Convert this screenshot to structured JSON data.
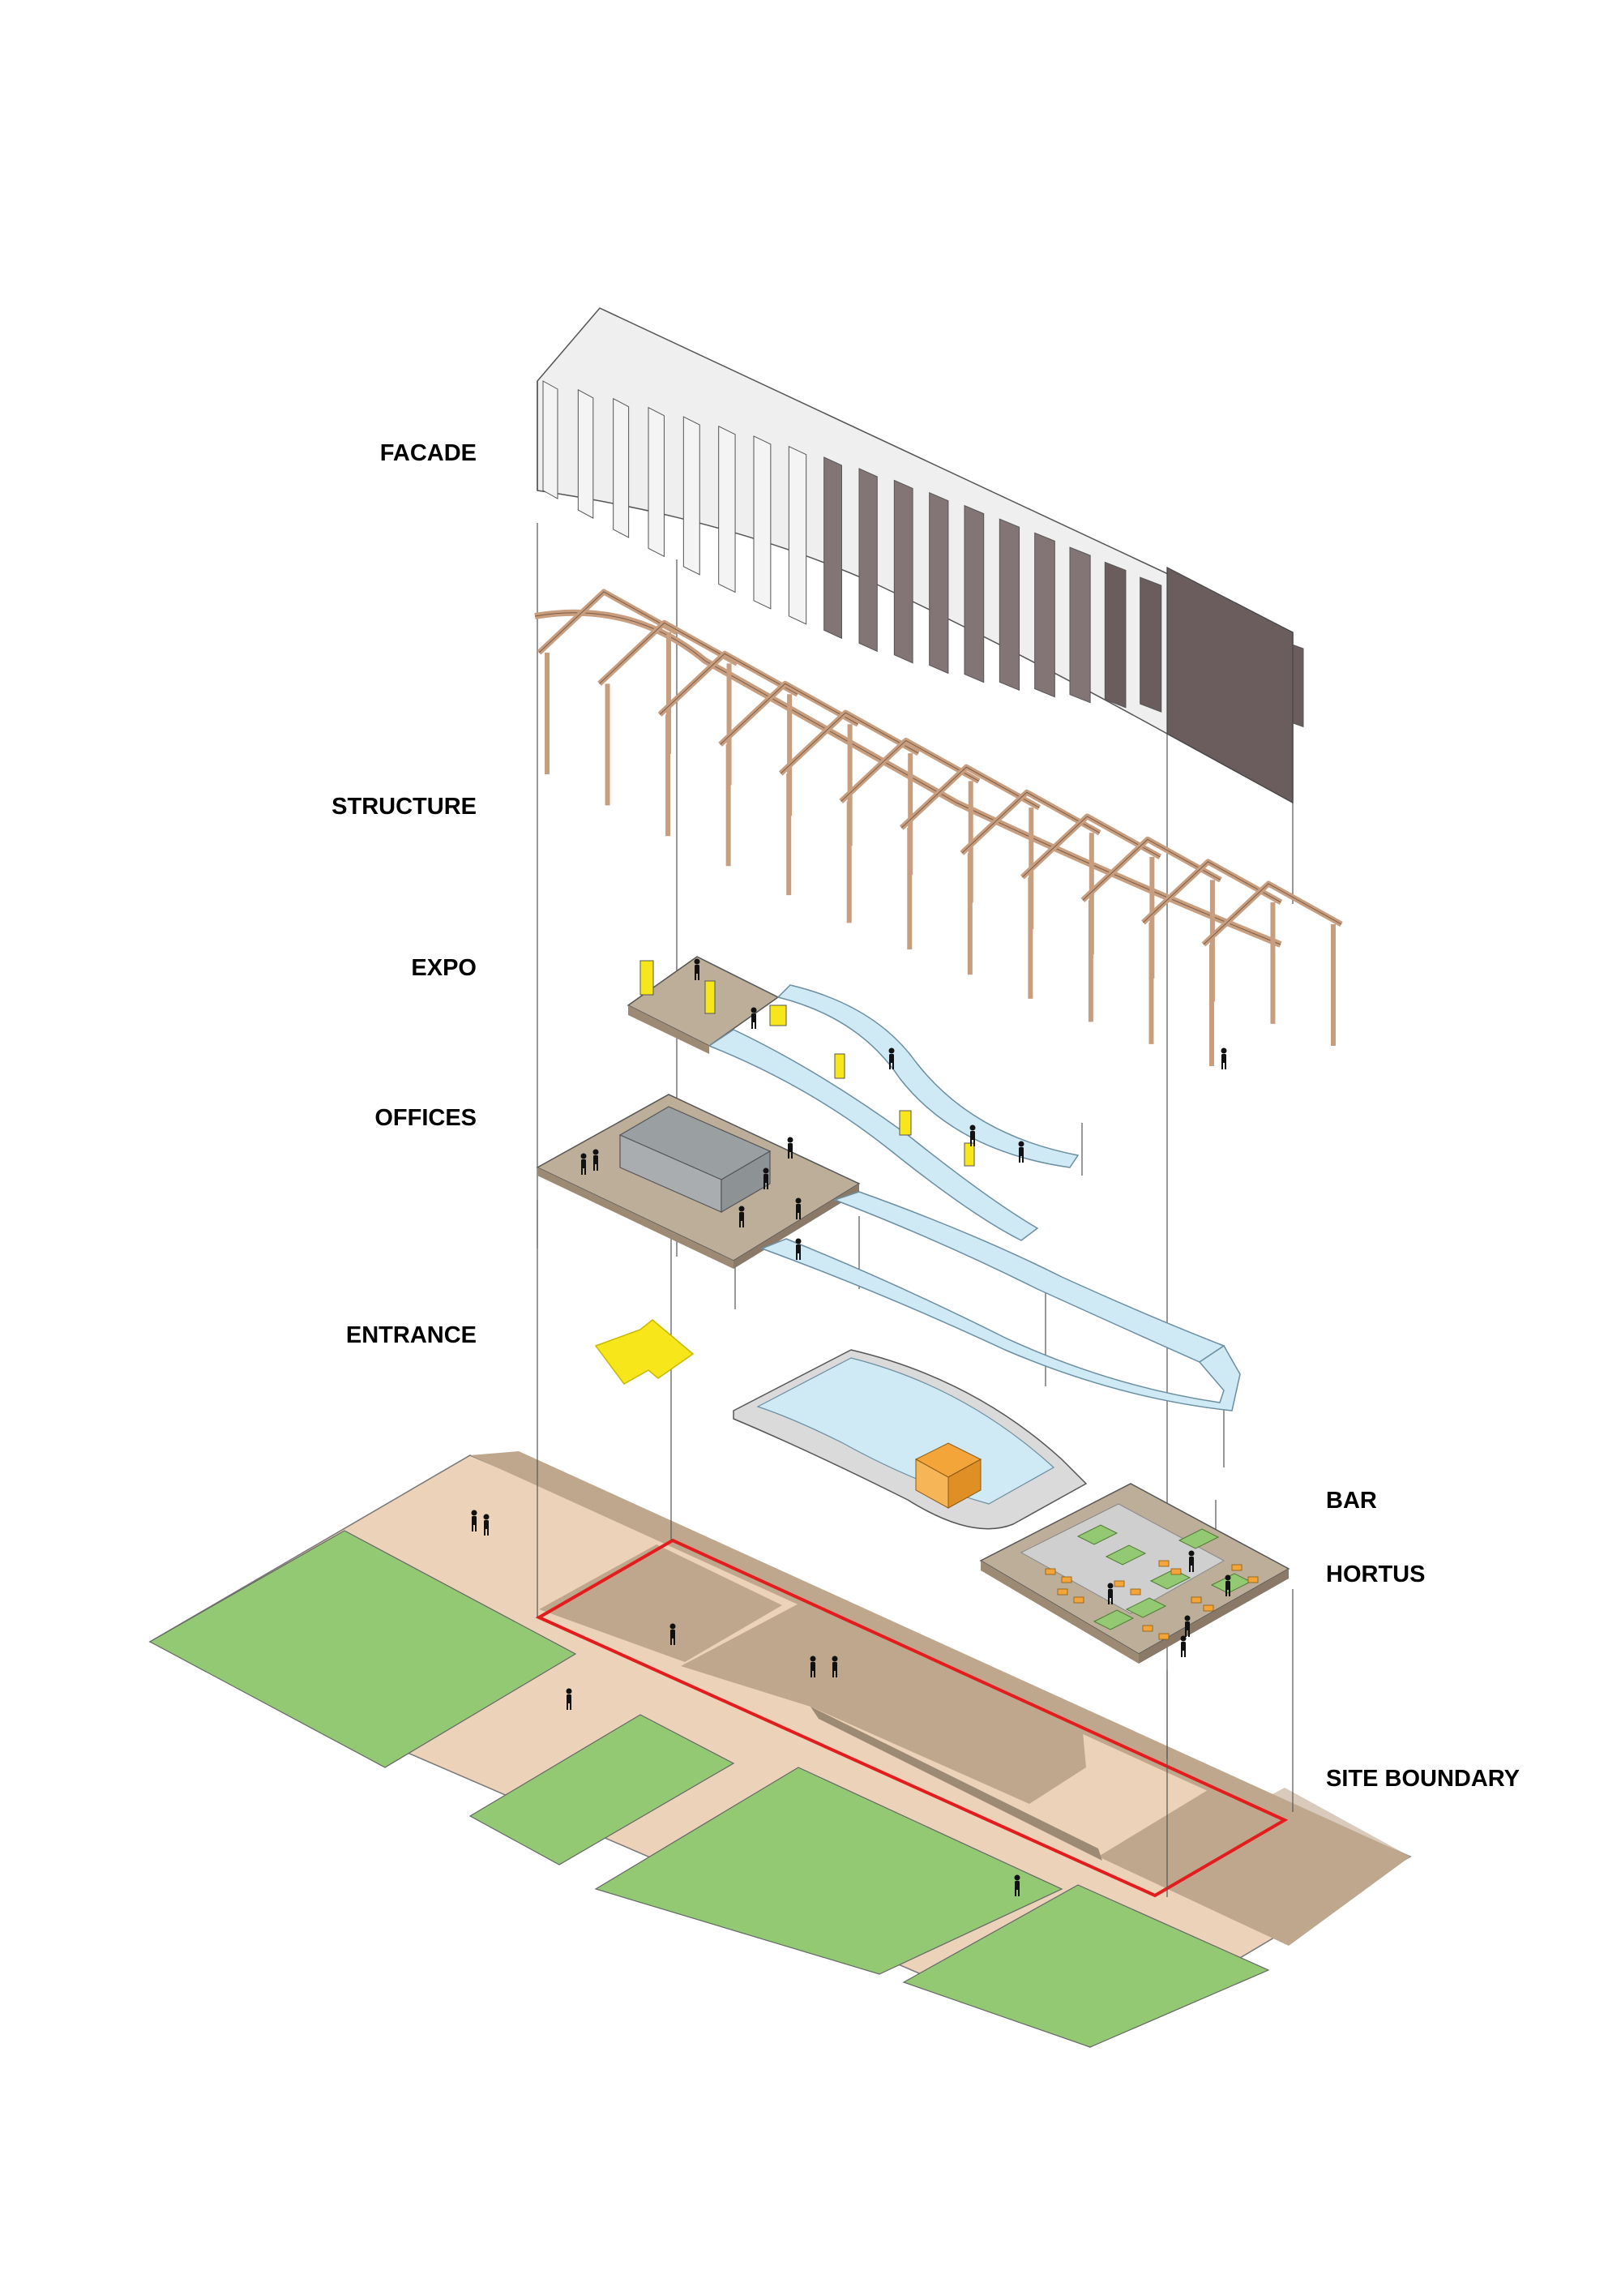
{
  "labels": {
    "facade": "FACADE",
    "structure": "STRUCTURE",
    "expo": "EXPO",
    "offices": "OFFICES",
    "entrance": "ENTRANCE",
    "bar": "BAR",
    "hortus": "HORTUS",
    "site_boundary": "SITE BOUNDARY"
  },
  "colors": {
    "grass": "#93c973",
    "path": "#ebd2b8",
    "ground": "#bfa78e",
    "deck": "#bcae99",
    "glass": "#cfe9f5",
    "timber": "#c89e7f",
    "facade_light": "#efefef",
    "facade_dark": "#6b5d5e",
    "accent_yellow": "#f7e619",
    "furniture_orange": "#f4a53a",
    "site_boundary": "#e31d1d"
  },
  "icons": [
    "entrance-arrow-icon",
    "person-icon"
  ]
}
